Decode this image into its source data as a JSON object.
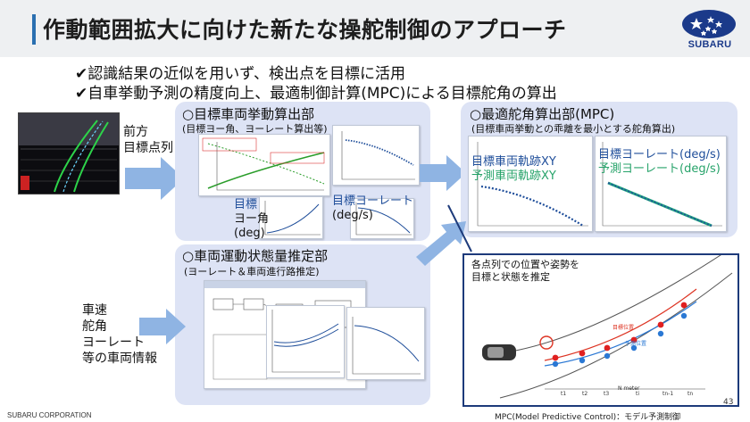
{
  "header": {
    "title": "作動範囲拡大に向けた新たな操舵制御のアプローチ",
    "logo_text": "SUBARU"
  },
  "bullets": [
    "✔認識結果の近似を用いず、検出点を目標に活用",
    "✔自車挙動予測の精度向上、最適制御計算(MPC)による目標舵角の算出"
  ],
  "left_labels": {
    "front": "前方",
    "target_points": "目標点列",
    "vehicle_info": [
      "車速",
      "舵角",
      "ヨーレート",
      "等の車両情報"
    ]
  },
  "panel_target": {
    "title": "○目標車両挙動算出部",
    "subtitle": "(目標ヨー角、ヨーレート算出等)",
    "yaw_angle_label": [
      "目標",
      "ヨー角",
      "(deg)"
    ],
    "yaw_rate_label": [
      "目標ヨーレート",
      "(deg/s)"
    ]
  },
  "panel_mpc": {
    "title": "○最適舵角算出部(MPC)",
    "subtitle": "(目標車両挙動との乖離を最小とする舵角算出)",
    "traj_target": "目標車両軌跡XY",
    "traj_pred": "予測車両軌跡XY",
    "yr_target": "目標ヨーレート(deg/s)",
    "yr_pred": "予測ヨーレート(deg/s)"
  },
  "panel_state": {
    "title": "○車両運動状態量推定部",
    "subtitle": "(ヨーレート＆車両進行路推定)"
  },
  "diagram": {
    "caption": [
      "各点列での位置や姿勢を",
      "目標と状態を推定"
    ],
    "target_pos": "目標位置",
    "pred_pos": "予測位置",
    "n_meter": "N meter",
    "ticks": [
      "t1",
      "t2",
      "t3",
      "ti",
      "tn-1",
      "tn"
    ]
  },
  "footer": {
    "company": "SUBARU CORPORATION",
    "note": "MPC(Model Predictive Control)：モデル予測制御",
    "page": "43"
  },
  "colors": {
    "accent_blue": "#2a6fb0",
    "panel_bg": "#dde3f5",
    "arrow_blue": "#8fb4e3",
    "green_text": "#27a36a",
    "dark_blue_text": "#1f4e9a"
  }
}
